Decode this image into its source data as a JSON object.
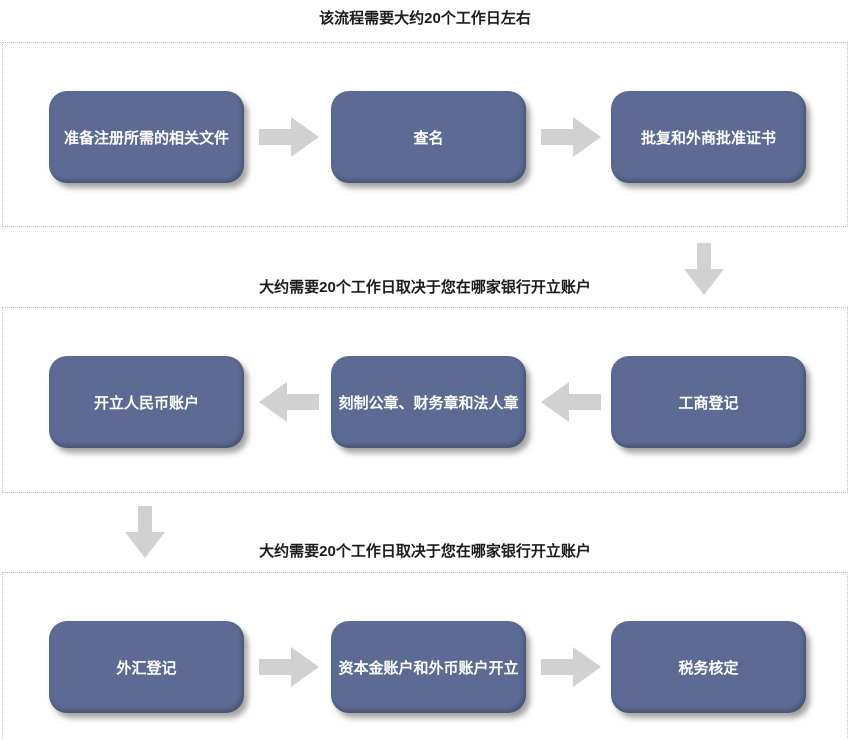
{
  "colors": {
    "box_fill": "#5d6b94",
    "box_text": "#ffffff",
    "arrow": "#d1d1d1",
    "dotted_border": "#c0c0c0",
    "title_text": "#1c1c1c"
  },
  "sections": [
    {
      "title": "该流程需要大约20个工作日左右",
      "flow_direction": "right",
      "boxes": [
        "准备注册所需的相关文件",
        "查名",
        "批复和外商批准证书"
      ]
    },
    {
      "title": "大约需要20个工作日取决于您在哪家银行开立账户",
      "flow_direction": "left",
      "boxes": [
        "开立人民币账户",
        "刻制公章、财务章和法人章",
        "工商登记"
      ]
    },
    {
      "title": "大约需要20个工作日取决于您在哪家银行开立账户",
      "flow_direction": "right",
      "boxes": [
        "外汇登记",
        "资本金账户和外币账户开立",
        "税务核定"
      ]
    }
  ]
}
